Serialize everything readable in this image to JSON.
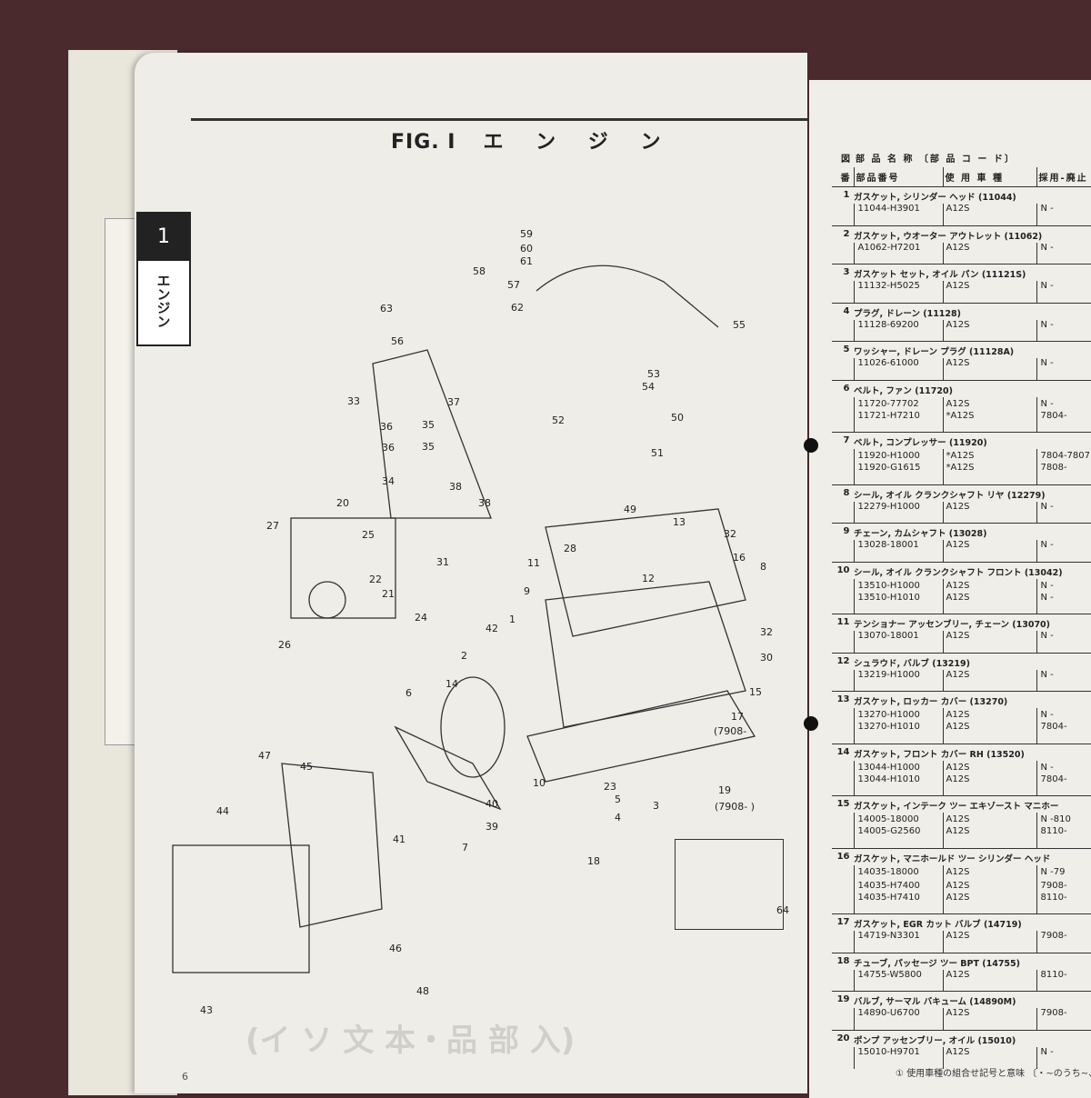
{
  "figure": {
    "label": "FIG. I",
    "title": "エ ン ジ ン",
    "watermark": "(イ ソ 文 本・品 部 入)"
  },
  "section_tab": {
    "number": "1",
    "label": "エンジン"
  },
  "page_number": "6",
  "callouts": [
    "59",
    "60",
    "61",
    "58",
    "57",
    "62",
    "55",
    "63",
    "56",
    "53",
    "54",
    "52",
    "50",
    "51",
    "33",
    "37",
    "36",
    "35",
    "36",
    "35",
    "34",
    "38",
    "38",
    "31",
    "49",
    "20",
    "27",
    "25",
    "22",
    "21",
    "24",
    "26",
    "13",
    "32",
    "28",
    "11",
    "12",
    "9",
    "16",
    "8",
    "42",
    "1",
    "32",
    "30",
    "2",
    "15",
    "14",
    "6",
    "17",
    "10",
    "23",
    "3",
    "19",
    "47",
    "45",
    "5",
    "4",
    "40",
    "39",
    "7",
    "44",
    "41",
    "18",
    "64",
    "46",
    "48",
    "43"
  ],
  "date_notes": [
    "(7908-",
    "(7908-  )"
  ],
  "table": {
    "header": {
      "name": "部 品 名 称 〔部 品 コ ー ド〕",
      "part_no": "部品番号",
      "vehicle": "使 用 車 種",
      "dates": "採用-廃止",
      "fig": "図",
      "fig2": "番"
    },
    "items": [
      {
        "no": "1",
        "name": "ガスケット, シリンダー ヘッド (11044)",
        "rows": [
          [
            "11044-H3901",
            "A12S",
            "N  -"
          ]
        ]
      },
      {
        "no": "2",
        "name": "ガスケット, ウオーター アウトレット (11062)",
        "rows": [
          [
            "A1062-H7201",
            "A12S",
            "N  -"
          ]
        ]
      },
      {
        "no": "3",
        "name": "ガスケット セット, オイル パン (11121S)",
        "rows": [
          [
            "11132-H5025",
            "A12S",
            "N  -"
          ]
        ]
      },
      {
        "no": "4",
        "name": "プラグ, ドレーン (11128)",
        "rows": [
          [
            "11128-69200",
            "A12S",
            "N  -"
          ]
        ]
      },
      {
        "no": "5",
        "name": "ワッシャー, ドレーン プラグ (11128A)",
        "rows": [
          [
            "11026-61000",
            "A12S",
            "N  -"
          ]
        ]
      },
      {
        "no": "6",
        "name": "ベルト, ファン (11720)",
        "rows": [
          [
            "11720-77702",
            "A12S",
            "N  -"
          ],
          [
            "11721-H7210",
            "*A12S",
            "7804-"
          ]
        ]
      },
      {
        "no": "7",
        "name": "ベルト, コンプレッサー (11920)",
        "rows": [
          [
            "11920-H1000",
            "*A12S",
            "7804-7807"
          ],
          [
            "11920-G1615",
            "*A12S",
            "7808-"
          ]
        ]
      },
      {
        "no": "8",
        "name": "シール, オイル クランクシャフト リヤ (12279)",
        "rows": [
          [
            "12279-H1000",
            "A12S",
            "N  -"
          ]
        ]
      },
      {
        "no": "9",
        "name": "チェーン, カムシャフト (13028)",
        "rows": [
          [
            "13028-18001",
            "A12S",
            "N  -"
          ]
        ]
      },
      {
        "no": "10",
        "name": "シール, オイル クランクシャフト フロント (13042)",
        "rows": [
          [
            "13510-H1000",
            "A12S",
            "N  -"
          ],
          [
            "13510-H1010",
            "A12S",
            "N  -"
          ]
        ]
      },
      {
        "no": "11",
        "name": "テンショナー アッセンブリー, チェーン (13070)",
        "rows": [
          [
            "13070-18001",
            "A12S",
            "N  -"
          ]
        ]
      },
      {
        "no": "12",
        "name": "シュラウド, バルブ (13219)",
        "rows": [
          [
            "13219-H1000",
            "A12S",
            "N  -"
          ]
        ]
      },
      {
        "no": "13",
        "name": "ガスケット, ロッカー カバー (13270)",
        "rows": [
          [
            "13270-H1000",
            "A12S",
            "N  -"
          ],
          [
            "13270-H1010",
            "A12S",
            "7804-"
          ]
        ]
      },
      {
        "no": "14",
        "name": "ガスケット, フロント カバー RH (13520)",
        "rows": [
          [
            "13044-H1000",
            "A12S",
            "N  -"
          ],
          [
            "13044-H1010",
            "A12S",
            "7804-"
          ]
        ]
      },
      {
        "no": "15",
        "name": "ガスケット, インテーク ツー エキゾースト マニホー",
        "rows": [
          [
            "14005-18000",
            "A12S",
            "N  -810"
          ],
          [
            "14005-G2560",
            "A12S",
            "8110-"
          ]
        ]
      },
      {
        "no": "16",
        "name": "ガスケット, マニホールド ツー シリンダー ヘッド",
        "rows": [
          [
            "14035-18000",
            "A12S",
            "N  -79"
          ],
          [
            "14035-H7400",
            "A12S",
            "7908-"
          ],
          [
            "14035-H7410",
            "A12S",
            "8110-"
          ]
        ]
      },
      {
        "no": "17",
        "name": "ガスケット, EGR カット バルブ (14719)",
        "rows": [
          [
            "14719-N3301",
            "A12S",
            "7908-"
          ]
        ]
      },
      {
        "no": "18",
        "name": "チューブ, パッセージ ツー BPT (14755)",
        "rows": [
          [
            "14755-W5800",
            "A12S",
            "8110-"
          ]
        ]
      },
      {
        "no": "19",
        "name": "バルブ, サーマル バキューム (14890M)",
        "rows": [
          [
            "14890-U6700",
            "A12S",
            "7908-"
          ]
        ]
      },
      {
        "no": "20",
        "name": "ポンプ アッセンブリー, オイル (15010)",
        "rows": [
          [
            "15010-H9701",
            "A12S",
            "N  -"
          ]
        ]
      }
    ]
  },
  "footnote": "① 使用車種の組合せ記号と意味 〔・~のうち~、"
}
